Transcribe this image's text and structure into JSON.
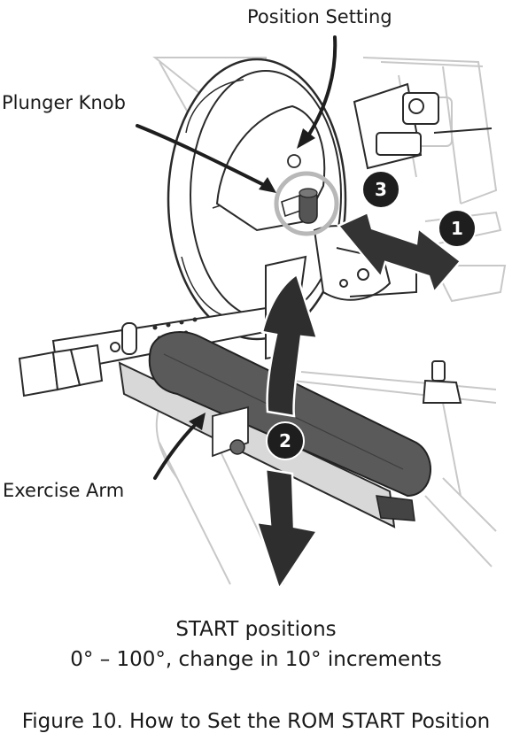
{
  "labels": {
    "position_setting": "Position Setting",
    "plunger_knob": "Plunger Knob",
    "exercise_arm": "Exercise Arm"
  },
  "steps": [
    "1",
    "2",
    "3"
  ],
  "caption": {
    "line1": "START positions",
    "line2": "0° – 100°, change in 10° increments"
  },
  "figure_caption": "Figure 10. How to Set the ROM START Position",
  "colors": {
    "arrow_fill": "#3a3a3a",
    "step_badge": "#1e1e1e",
    "arm_pad": "#5a5a5a",
    "line_art": "#2a2a2a",
    "highlight_ring": "#b8b8b8"
  }
}
